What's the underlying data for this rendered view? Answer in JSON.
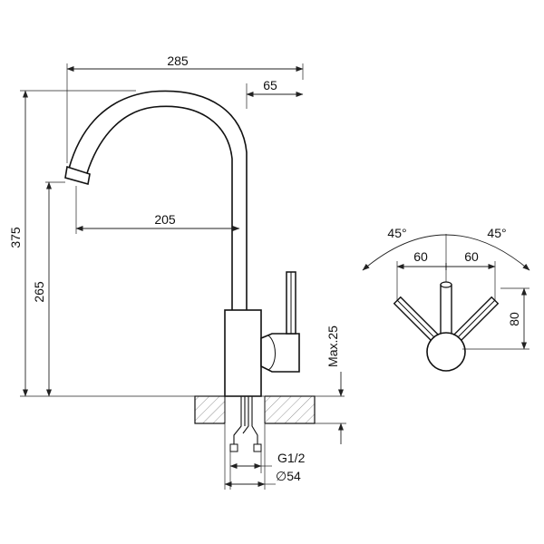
{
  "dimensions": {
    "total_width": "285",
    "spout_offset": "65",
    "total_height": "375",
    "spout_height": "265",
    "spout_reach": "205",
    "max_thickness": "Max.25",
    "thread": "G1/2",
    "hole_diameter": "∅54"
  },
  "rotation_view": {
    "angle_left": "45°",
    "angle_right": "45°",
    "offset_left": "60",
    "offset_right": "60",
    "handle_length": "80"
  },
  "colors": {
    "line": "#111111",
    "hatch": "#555555",
    "background": "#ffffff"
  }
}
